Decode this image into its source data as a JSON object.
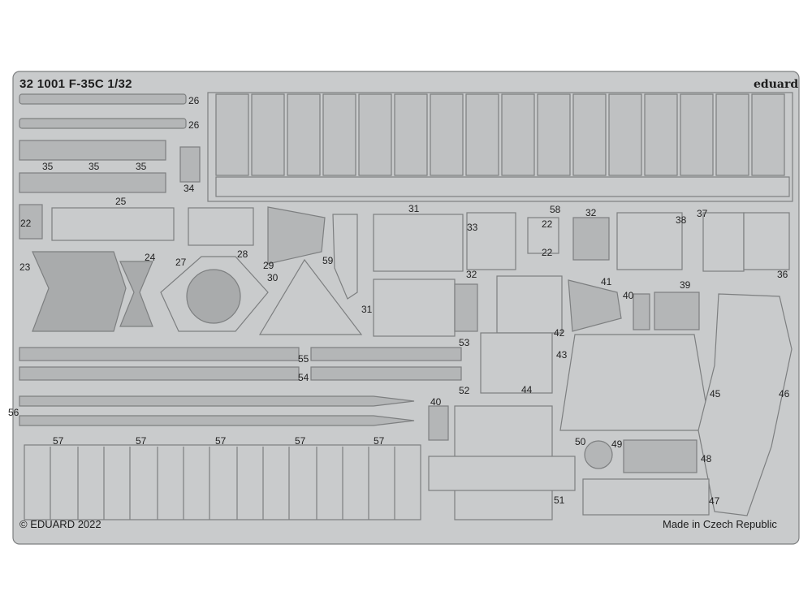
{
  "header": {
    "title": "32 1001  F-35C 1/32",
    "brand": "eduard"
  },
  "footer": {
    "copyright": "© EDUARD 2022",
    "origin": "Made in Czech Republic"
  },
  "colors": {
    "fret": "#c9cbcc",
    "part": "#b4b6b7",
    "outline": "#7d7f80",
    "background": "#ffffff"
  },
  "parts": [
    "26",
    "26",
    "35",
    "35",
    "35",
    "34",
    "25",
    "22",
    "28",
    "29",
    "30",
    "27",
    "23",
    "24",
    "59",
    "31",
    "31",
    "33",
    "58",
    "22",
    "22",
    "32",
    "32",
    "38",
    "37",
    "36",
    "41",
    "40",
    "40",
    "39",
    "42",
    "43",
    "44",
    "53",
    "55",
    "54",
    "52",
    "45",
    "46",
    "56",
    "57",
    "57",
    "57",
    "57",
    "57",
    "50",
    "49",
    "48",
    "47",
    "51"
  ]
}
